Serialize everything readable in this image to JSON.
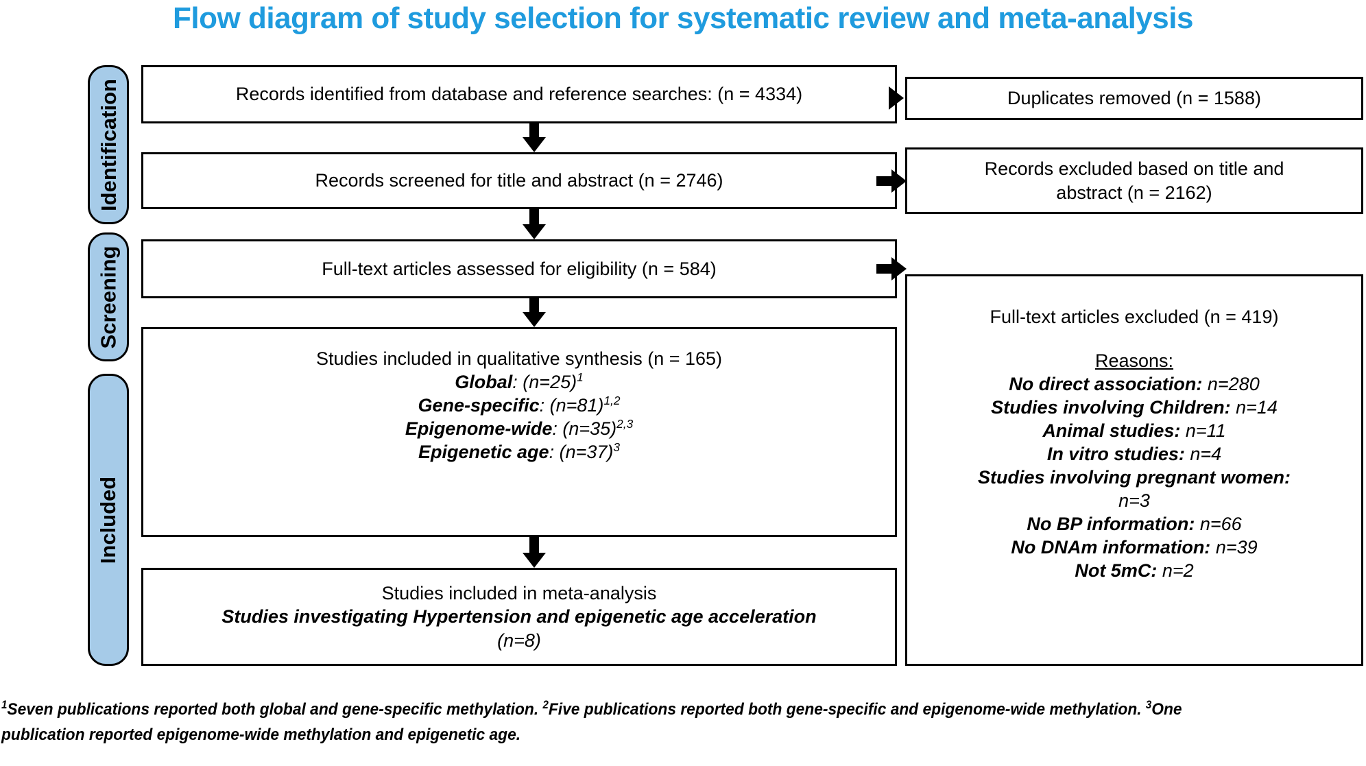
{
  "title": "Flow diagram of study selection for systematic review and meta-analysis",
  "colors": {
    "title_blue": "#1F9BDE",
    "tab_fill": "#A6CBE8",
    "outline": "#000000",
    "background": "#FFFFFF"
  },
  "phases": [
    {
      "id": "identification",
      "label": "Identification"
    },
    {
      "id": "screening",
      "label": "Screening"
    },
    {
      "id": "included",
      "label": "Included"
    }
  ],
  "boxes": {
    "records_identified": {
      "lines": [
        "Records identified from database and reference searches: (n = 4334)"
      ]
    },
    "duplicates_removed": {
      "lines": [
        "Duplicates removed (n = 1588)"
      ]
    },
    "records_screened": {
      "lines": [
        "Records screened for title and abstract (n = 2746)"
      ]
    },
    "records_excluded": {
      "lines": [
        "Records excluded based on title and",
        "abstract (n = 2162)"
      ]
    },
    "fulltext_assessed": {
      "lines": [
        "Full-text articles assessed for eligibility (n = 584)"
      ]
    },
    "fulltext_excluded": {
      "heading": "Full-text articles excluded (n = 419)",
      "reasons_label": "Reasons:",
      "reasons": [
        {
          "label": "No direct association:",
          "count": "n=280"
        },
        {
          "label": "Studies involving Children:",
          "count": "n=14"
        },
        {
          "label": "Animal studies:",
          "count": "n=11"
        },
        {
          "label": "In vitro studies:",
          "count": "n=4"
        },
        {
          "label": "Studies involving pregnant women:",
          "count": "n=3"
        },
        {
          "label": "No BP information:",
          "count": "n=66"
        },
        {
          "label": "No DNAm information:",
          "count": "n=39"
        },
        {
          "label": "Not 5mC:",
          "count": "n=2"
        }
      ]
    },
    "qualitative_synthesis": {
      "heading": "Studies included in qualitative synthesis (n = 165)",
      "categories": [
        {
          "label": "Global",
          "count": "(n=25)",
          "note": "1"
        },
        {
          "label": "Gene-specific",
          "count": "(n=81)",
          "note": "1,2"
        },
        {
          "label": "Epigenome-wide",
          "count": "(n=35)",
          "note": "2,3"
        },
        {
          "label": "Epigenetic age",
          "count": "(n=37)",
          "note": "3"
        }
      ]
    },
    "meta_analysis": {
      "heading": "Studies included in meta-analysis",
      "subheading": "Studies investigating Hypertension and epigenetic age acceleration",
      "count": "(n=8)"
    }
  },
  "footnote": {
    "note1_marker": "1",
    "note1_text": "Seven publications reported both global and gene-specific methylation. ",
    "note2_marker": "2",
    "note2_text": "Five publications reported both gene-specific and epigenome-wide methylation. ",
    "note3_marker": "3",
    "note3_text": "One publication reported epigenome-wide methylation and epigenetic age."
  }
}
